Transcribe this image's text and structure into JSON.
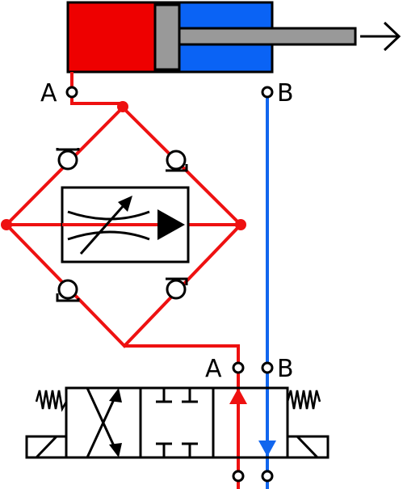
{
  "ports": {
    "cylinder_a": "A",
    "cylinder_b": "B",
    "valve_a": "A",
    "valve_b": "B"
  },
  "colors": {
    "pressure_line": "#ee1111",
    "return_line": "#1166ee",
    "cylinder_cap_side": "#ee0000",
    "cylinder_rod_side": "#0a63f5",
    "piston": "#999999",
    "stroke": "#000000"
  },
  "icons": {
    "cylinder": "double-acting-cylinder",
    "extend_arrow": "arrow-right-icon",
    "flow_control": "variable-throttle-with-check",
    "rectifier": "check-valve-bridge",
    "directional_valve": "4-3-way-spring-centered-solenoid-valve"
  }
}
